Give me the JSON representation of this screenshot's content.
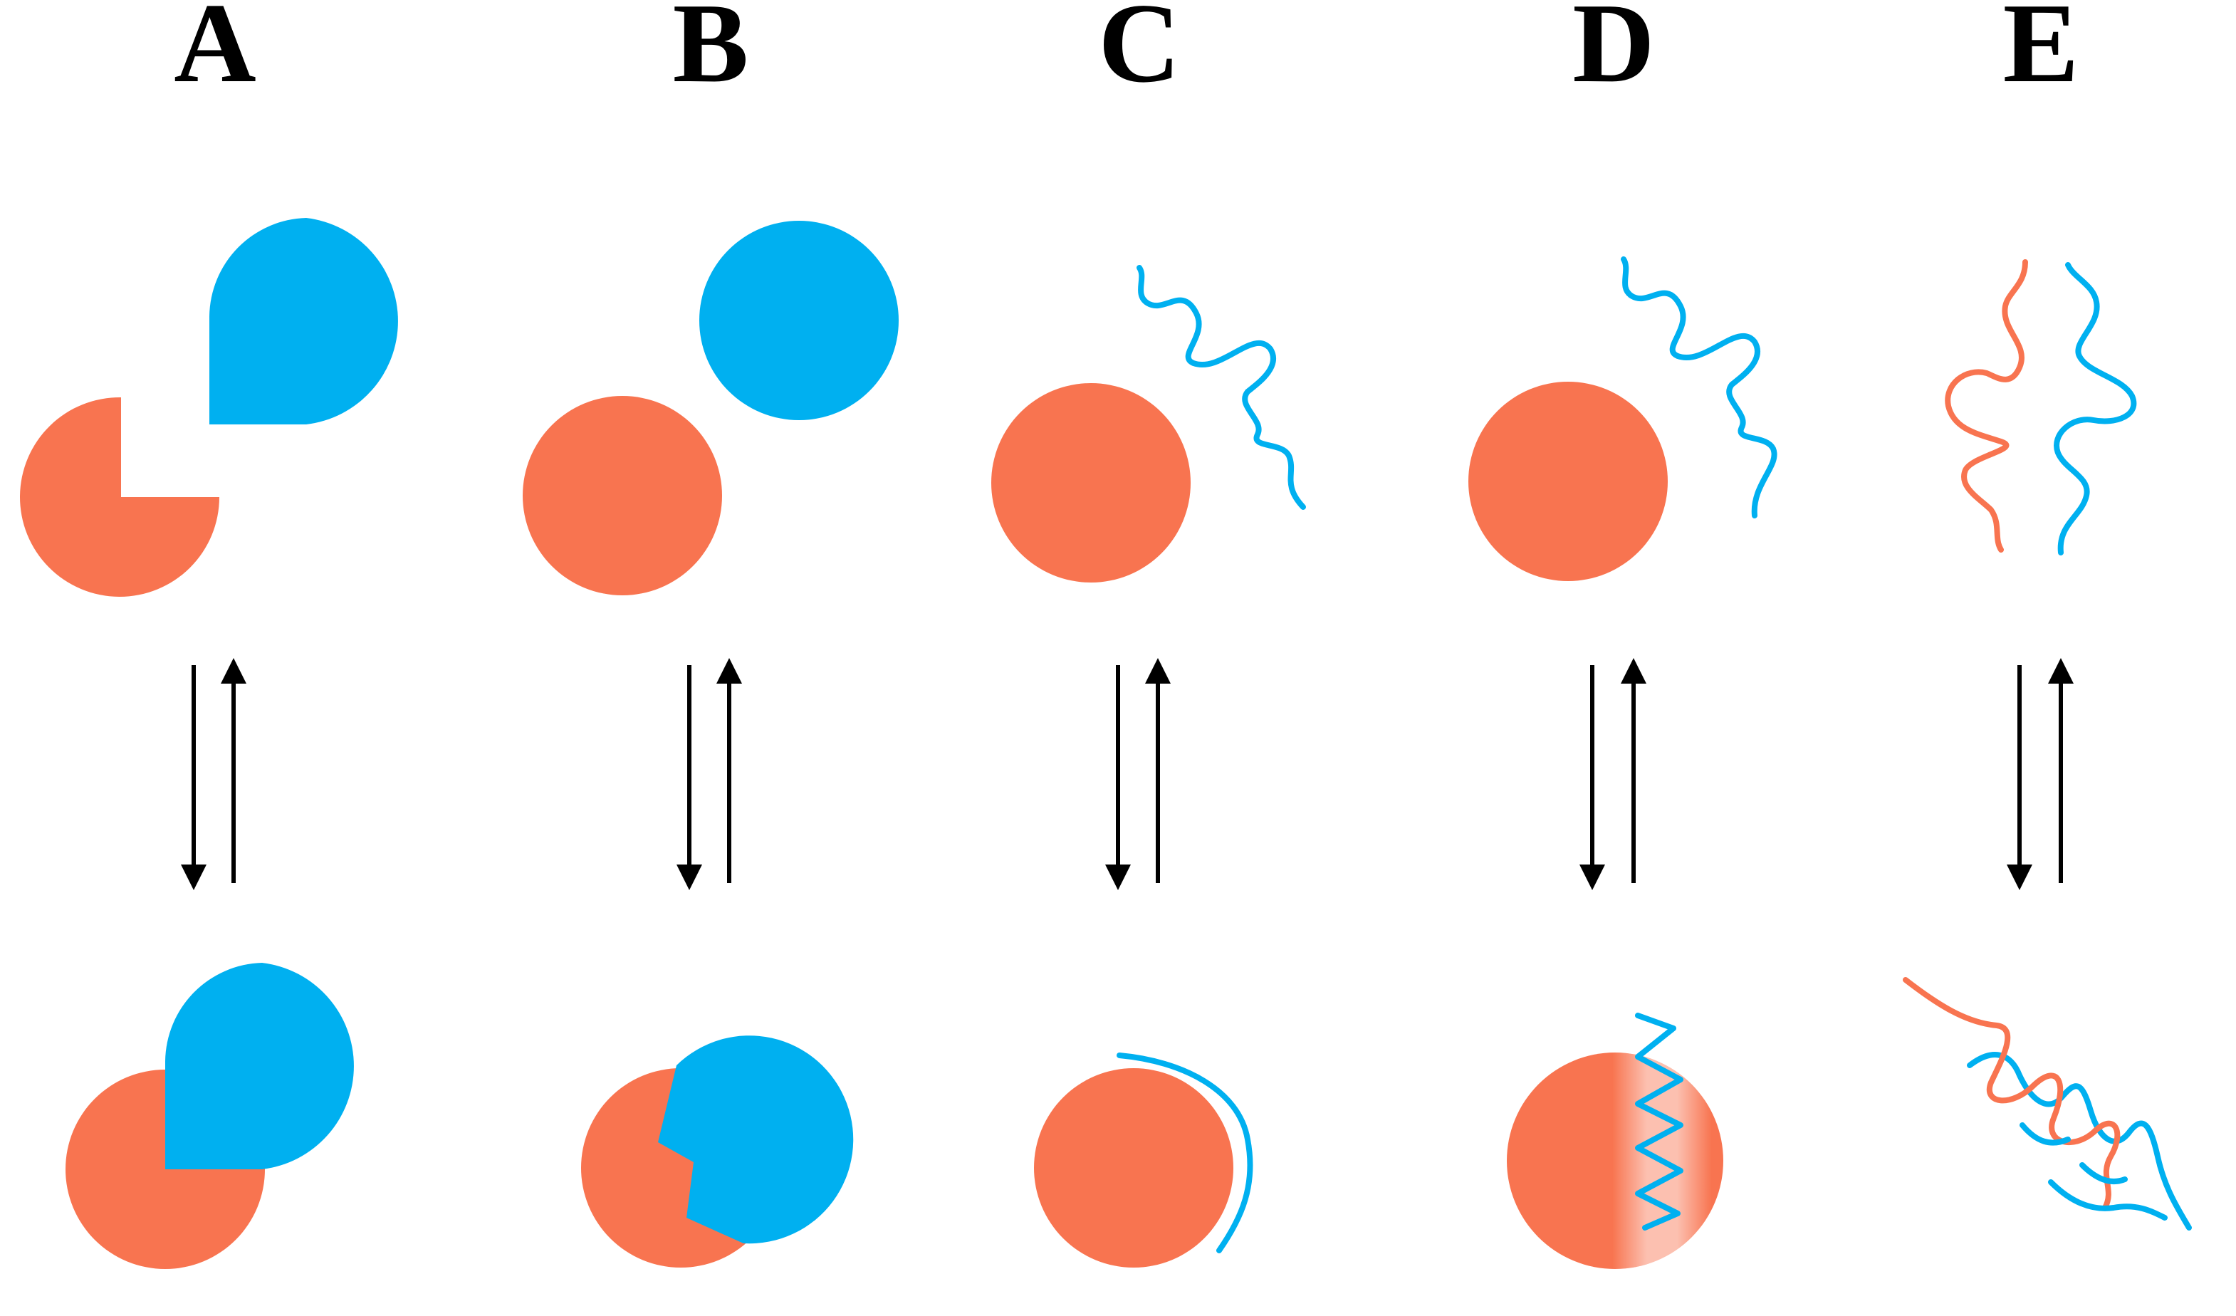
{
  "panels": [
    {
      "id": "A",
      "label": "A"
    },
    {
      "id": "B",
      "label": "B"
    },
    {
      "id": "C",
      "label": "C"
    },
    {
      "id": "D",
      "label": "D"
    },
    {
      "id": "E",
      "label": "E"
    }
  ],
  "colors": {
    "orange": "#F87450",
    "blue": "#00B0F0",
    "arrow": "#000000",
    "background": "#FFFFFF"
  },
  "icons": {
    "equilibrium": "double-arrow-icon"
  }
}
